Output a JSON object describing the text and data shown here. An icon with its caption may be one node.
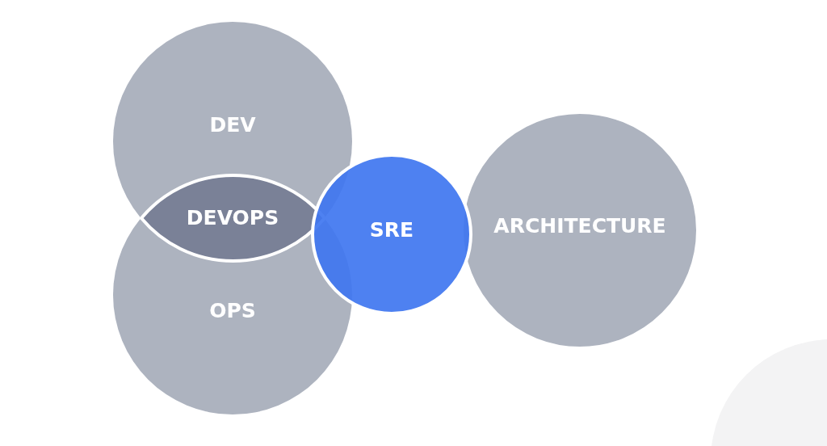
{
  "diagram": {
    "nodes": [
      {
        "text": [
          "DEV"
        ]
      },
      {
        "text": [
          "DEVOPS"
        ]
      },
      {
        "text": [
          "SRE"
        ]
      },
      {
        "text": [
          "ARCHITECTURE"
        ]
      },
      {
        "text": [
          "OPS"
        ]
      }
    ]
  }
}
